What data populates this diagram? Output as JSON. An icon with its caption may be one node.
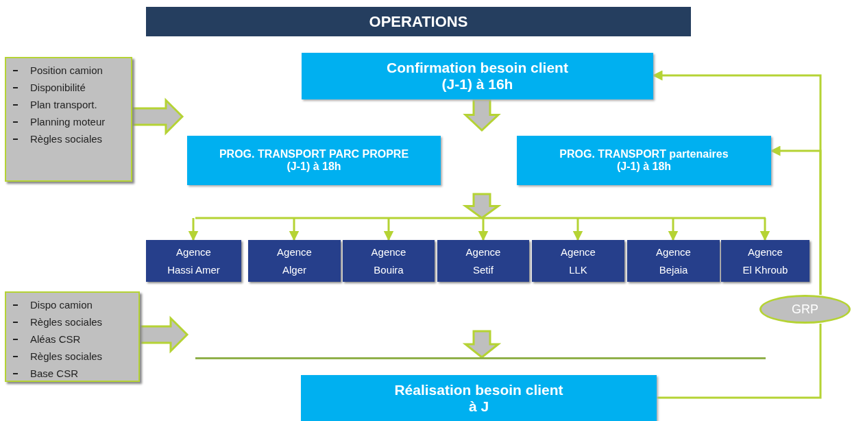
{
  "diagram": {
    "title": "OPERATIONS",
    "nodes": [
      {
        "text": [
          "Position camion",
          "Disponibilité",
          "Plan transport.",
          "Planning moteur",
          "Règles sociales"
        ]
      },
      {
        "text": [
          "Confirmation besoin client",
          "(J-1) à 16h"
        ]
      },
      {
        "text": [
          "PROG. TRANSPORT PARC PROPRE",
          "(J-1) à 18h"
        ]
      },
      {
        "text": [
          "PROG. TRANSPORT partenaires",
          "(J-1) à 18h"
        ]
      },
      {
        "text": [
          "Agence",
          "Hassi Amer"
        ]
      },
      {
        "text": [
          "Agence",
          "Alger"
        ]
      },
      {
        "text": [
          "Agence",
          "Bouira"
        ]
      },
      {
        "text": [
          "Agence",
          "Setif"
        ]
      },
      {
        "text": [
          "Agence",
          "LLK"
        ]
      },
      {
        "text": [
          "Agence",
          "Bejaia"
        ]
      },
      {
        "text": [
          "Agence",
          "El Khroub"
        ]
      },
      {
        "text": [
          "Dispo  camion",
          "Règles sociales",
          "Aléas CSR",
          "Règles sociales",
          "Base CSR"
        ]
      },
      {
        "text": [],
        "shape": "bar"
      },
      {
        "text": [
          "Réalisation besoin client",
          "à J"
        ]
      },
      {
        "text": [
          "GRP"
        ]
      }
    ],
    "edges": [
      {
        "from": 0,
        "to": null,
        "arrow": "to",
        "style": "thick"
      },
      {
        "from": 1,
        "to": null,
        "arrow": "to",
        "style": "thick"
      },
      {
        "from": null,
        "to": 4,
        "arrow": "to"
      },
      {
        "from": null,
        "to": 5,
        "arrow": "to"
      },
      {
        "from": null,
        "to": 6,
        "arrow": "to"
      },
      {
        "from": null,
        "to": 7,
        "arrow": "to"
      },
      {
        "from": null,
        "to": 8,
        "arrow": "to"
      },
      {
        "from": null,
        "to": 9,
        "arrow": "to"
      },
      {
        "from": null,
        "to": 10,
        "arrow": "to"
      },
      {
        "from": null,
        "to": 12,
        "arrow": "to",
        "style": "thick"
      },
      {
        "from": 11,
        "to": null,
        "arrow": "to",
        "style": "thick"
      },
      {
        "from": 13,
        "to": 14,
        "arrow": "none"
      },
      {
        "from": 14,
        "to": 1,
        "arrow": "to"
      },
      {
        "from": 14,
        "to": 3,
        "arrow": "to"
      }
    ]
  }
}
